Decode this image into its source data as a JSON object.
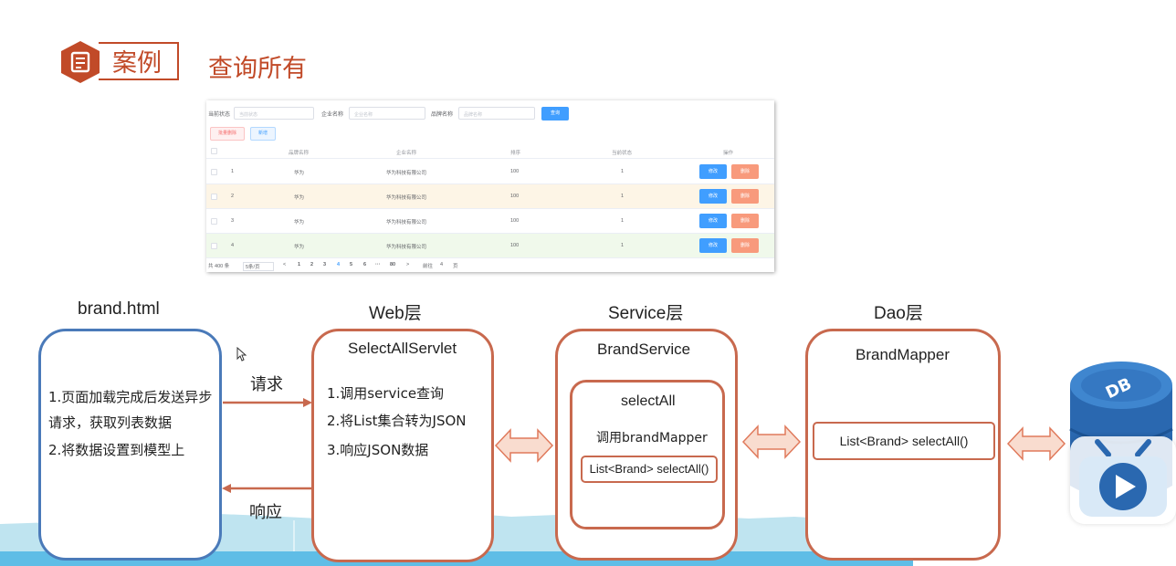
{
  "header": {
    "badge_label": "案例",
    "title": "查询所有"
  },
  "table_screenshot": {
    "form": {
      "status_label": "当前状态",
      "status_placeholder": "当前状态",
      "company_label": "企业名称",
      "company_placeholder": "企业名称",
      "brand_label": "品牌名称",
      "brand_placeholder": "品牌名称",
      "query_button": "查询"
    },
    "batch_delete_button": "批量删除",
    "add_button": "新增",
    "columns": [
      "品牌名称",
      "企业名称",
      "排序",
      "当前状态",
      "操作"
    ],
    "rows": [
      {
        "index": "1",
        "brand": "华为",
        "company": "华为科技有限公司",
        "ordered": "100",
        "status": "1",
        "edit": "修改",
        "delete": "删除"
      },
      {
        "index": "2",
        "brand": "华为",
        "company": "华为科技有限公司",
        "ordered": "100",
        "status": "1",
        "edit": "修改",
        "delete": "删除"
      },
      {
        "index": "3",
        "brand": "华为",
        "company": "华为科技有限公司",
        "ordered": "100",
        "status": "1",
        "edit": "修改",
        "delete": "删除"
      },
      {
        "index": "4",
        "brand": "华为",
        "company": "华为科技有限公司",
        "ordered": "100",
        "status": "1",
        "edit": "修改",
        "delete": "删除"
      }
    ],
    "pager": {
      "total": "共 400 条",
      "page_size": "5条/页",
      "prev": "<",
      "pages": [
        "1",
        "2",
        "3",
        "4",
        "5",
        "6",
        "···",
        "80"
      ],
      "next": ">",
      "goto_label": "前往",
      "goto_value": "4",
      "goto_suffix": "页"
    }
  },
  "layers": {
    "brand_title": "brand.html",
    "web_title": "Web层",
    "service_title": "Service层",
    "dao_title": "Dao层"
  },
  "brand_box": {
    "line1": "1.页面加载完成后发送异步",
    "line2": "请求，获取列表数据",
    "line3": "2.将数据设置到模型上"
  },
  "web_box": {
    "name": "SelectAllServlet",
    "line1": "1.调用service查询",
    "line2": "2.将List集合转为JSON",
    "line3": "3.响应JSON数据"
  },
  "service_box": {
    "name": "BrandService",
    "method": "selectAll",
    "call": "调用brandMapper",
    "signature": "List<Brand> selectAll()"
  },
  "dao_box": {
    "name": "BrandMapper",
    "signature": "List<Brand> selectAll()"
  },
  "arrows": {
    "request_label": "请求",
    "response_label": "响应"
  },
  "db_label": "DB",
  "colors": {
    "accent": "#c14a28",
    "box_border_orange": "#c8694e",
    "box_border_blue": "#4a7ab9",
    "double_arrow_fill": "#f9dccf",
    "el_primary": "#409eff",
    "row_warning": "#fdf5e6",
    "row_success": "#f0f9eb"
  }
}
